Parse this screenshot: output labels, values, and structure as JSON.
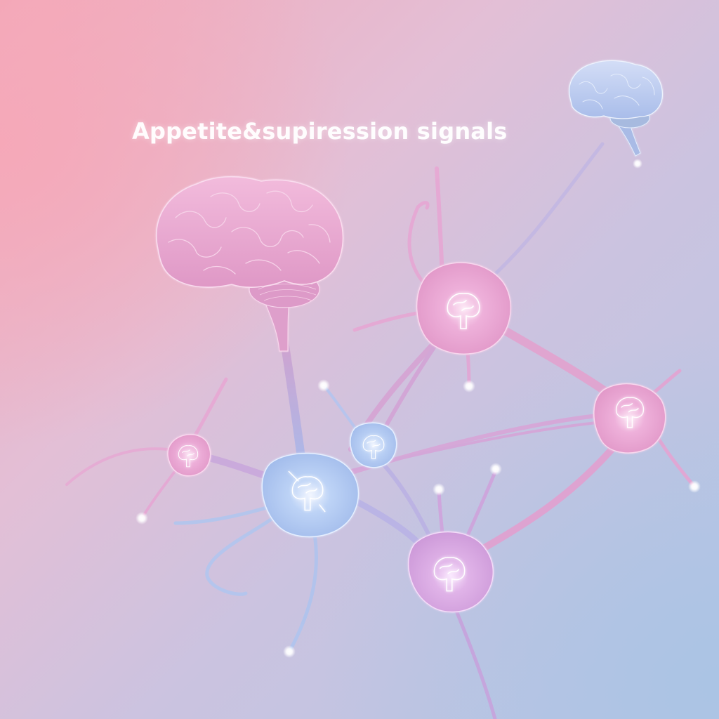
{
  "title": "Appetite&supiression signals",
  "illustration": {
    "description": "Neural network of appetite and suppression signal neurons connected to the brain",
    "elements": [
      {
        "name": "large-brain",
        "color_theme": "pink"
      },
      {
        "name": "small-brain",
        "color_theme": "blue"
      },
      {
        "name": "neuron-top",
        "color_theme": "pink"
      },
      {
        "name": "neuron-right",
        "color_theme": "pink"
      },
      {
        "name": "neuron-left",
        "color_theme": "pink"
      },
      {
        "name": "neuron-center",
        "color_theme": "blue"
      },
      {
        "name": "neuron-small-center",
        "color_theme": "blue"
      },
      {
        "name": "neuron-bottom",
        "color_theme": "violet"
      }
    ]
  },
  "colors": {
    "background_top_left": "#f3a9b9",
    "background_bottom_right": "#b6c6e4",
    "pink_neuron": "#e59ac9",
    "blue_neuron": "#a9c3ee",
    "violet_neuron": "#d3a2dc",
    "brain_pink": "#ecaad2",
    "brain_blue": "#b7c8ee",
    "glow": "#ffffff"
  }
}
